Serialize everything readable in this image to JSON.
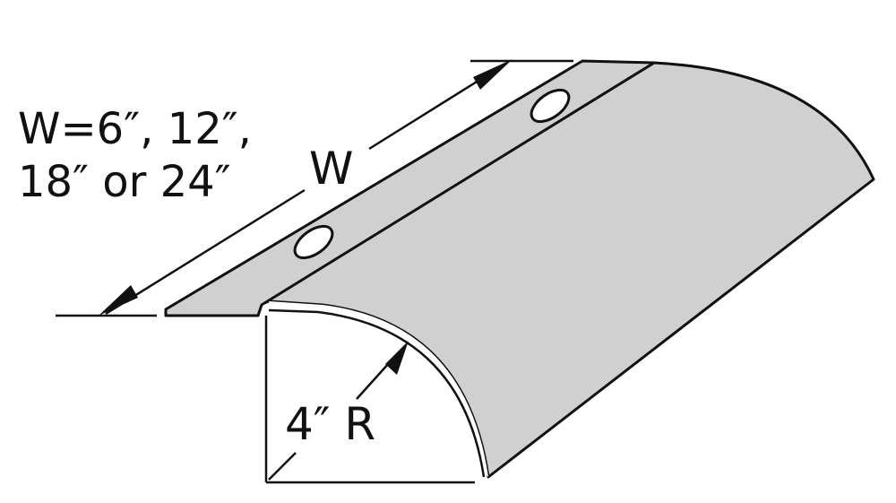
{
  "colors": {
    "ink": "#111111",
    "fill": "#d0d0d0",
    "background": "#ffffff"
  },
  "labels": {
    "width_options_line1": "W=6″, 12″,",
    "width_options_line2": "18″ or 24″",
    "width_symbol": "W",
    "radius": "4″ R"
  }
}
